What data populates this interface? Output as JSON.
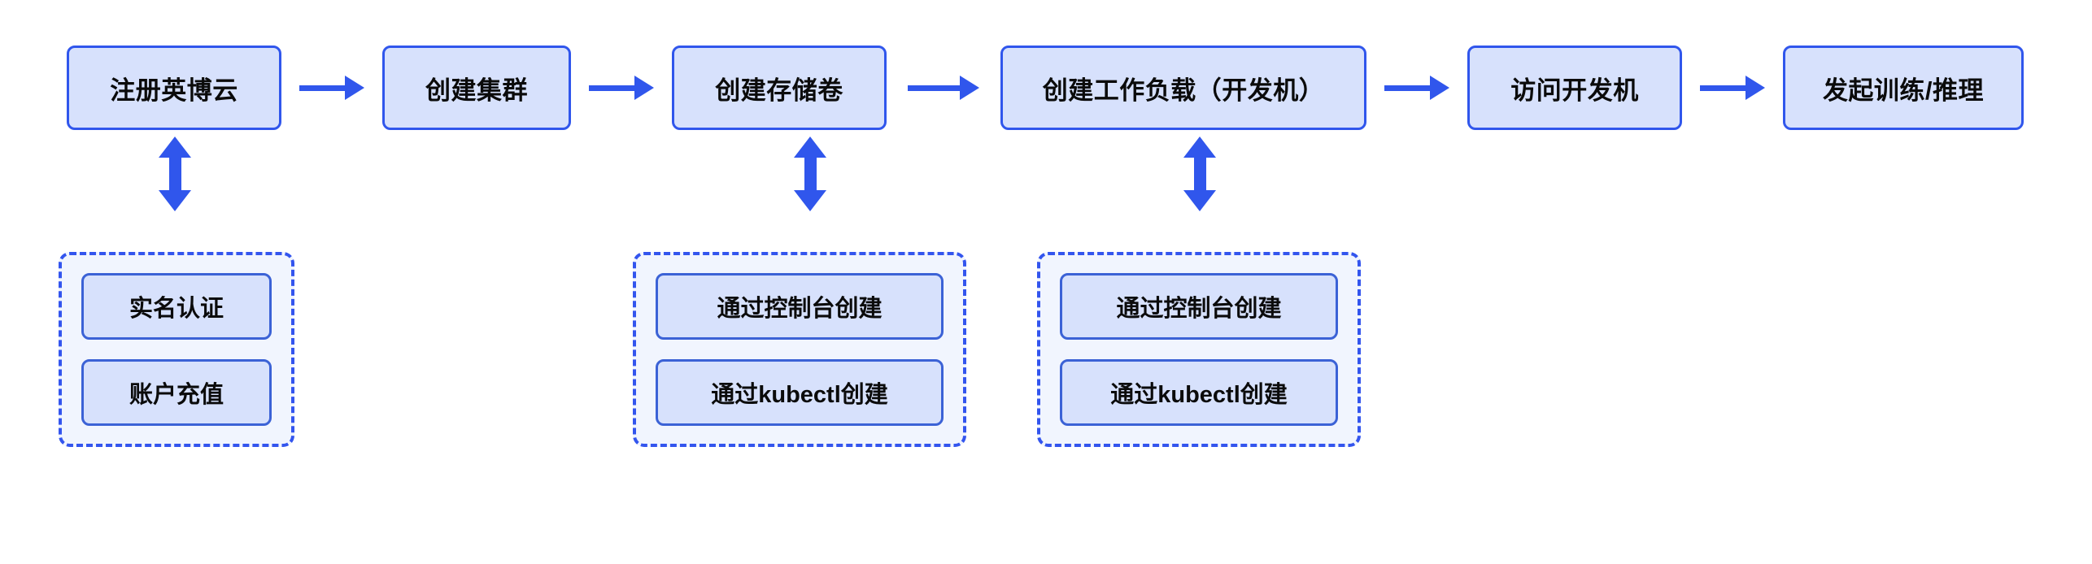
{
  "diagram": {
    "type": "flowchart",
    "orientation": "left-to-right",
    "colors": {
      "box_fill": "#d7e1fc",
      "box_border": "#3056ec",
      "arrow": "#3056ec",
      "group_fill": "#f1f5fe",
      "group_border": "#3355ee",
      "text": "#0b0b0b",
      "background": "#ffffff"
    },
    "steps": [
      {
        "id": "step-1",
        "label": "注册英博云"
      },
      {
        "id": "step-2",
        "label": "创建集群"
      },
      {
        "id": "step-3",
        "label": "创建存储卷"
      },
      {
        "id": "step-4",
        "label": "创建工作负载（开发机）"
      },
      {
        "id": "step-5",
        "label": "访问开发机"
      },
      {
        "id": "step-6",
        "label": "发起训练/推理"
      }
    ],
    "connectors": {
      "horizontal_arrow": "arrow-right-icon",
      "vertical_arrow": "arrow-up-down-icon"
    },
    "groups": [
      {
        "id": "group-register",
        "parent_step": "注册英博云",
        "items": [
          {
            "label": "实名认证"
          },
          {
            "label": "账户充值"
          }
        ]
      },
      {
        "id": "group-volume",
        "parent_step": "创建存储卷",
        "items": [
          {
            "label": "通过控制台创建"
          },
          {
            "label": "通过kubectl创建"
          }
        ]
      },
      {
        "id": "group-workload",
        "parent_step": "创建工作负载（开发机）",
        "items": [
          {
            "label": "通过控制台创建"
          },
          {
            "label": "通过kubectl创建"
          }
        ]
      }
    ]
  }
}
